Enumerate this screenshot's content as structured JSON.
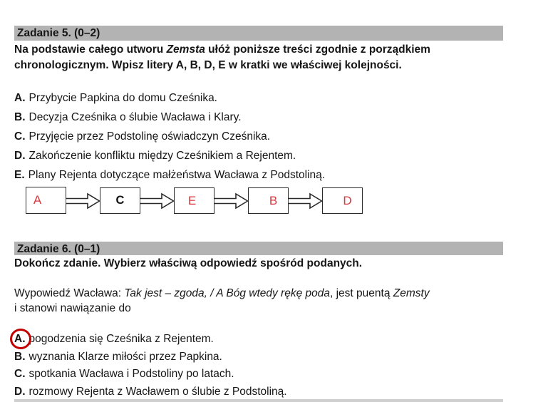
{
  "colors": {
    "header_bg": "#b3b3b3",
    "answer_red": "#d5383e",
    "annotation_red": "#c10000",
    "text": "#161616"
  },
  "task5": {
    "header": "Zadanie 5. (0–2)",
    "intro": {
      "p1": "Na podstawie całego utworu ",
      "i1": "Zemsta",
      "p2": " ułóż poniższe treści zgodnie z porządkiem chronologicznym. Wpisz litery A, B, D, E w kratki we właściwej kolejności."
    },
    "items": [
      {
        "letter": "A.",
        "text": "Przybycie Papkina do domu Cześnika."
      },
      {
        "letter": "B.",
        "text": "Decyzja Cześnika o ślubie Wacława i Klary."
      },
      {
        "letter": "C.",
        "text": "Przyjęcie przez Podstolinę oświadczyn Cześnika."
      },
      {
        "letter": "D.",
        "text": "Zakończenie konfliktu między Cześnikiem a Rejentem."
      },
      {
        "letter": "E.",
        "text": "Plany Rejenta dotyczące małżeństwa Wacława z Podstoliną."
      }
    ],
    "sequence": [
      {
        "letter": "A",
        "color": "red"
      },
      {
        "letter": "C",
        "color": "black"
      },
      {
        "letter": "E",
        "color": "red"
      },
      {
        "letter": "B",
        "color": "red"
      },
      {
        "letter": "D",
        "color": "red"
      }
    ]
  },
  "task6": {
    "header": "Zadanie 6. (0–1)",
    "instruction": "Dokończ zdanie. Wybierz właściwą odpowiedź spośród podanych.",
    "sentence": {
      "p1": "Wypowiedź Wacława: ",
      "i1": "Tak jest – zgoda, / A Bóg wtedy rękę poda",
      "p2": ", jest puentą ",
      "i2": "Zemsty",
      "line2": "i stanowi nawiązanie do"
    },
    "options": [
      {
        "letter": "A.",
        "text": "pogodzenia się Cześnika z Rejentem.",
        "marked": true
      },
      {
        "letter": "B.",
        "text": "wyznania Klarze miłości przez Papkina.",
        "marked": false
      },
      {
        "letter": "C.",
        "text": "spotkania Wacława i Podstoliny po latach.",
        "marked": false
      },
      {
        "letter": "D.",
        "text": "rozmowy Rejenta z Wacławem o ślubie z Podstoliną.",
        "marked": false
      }
    ]
  }
}
